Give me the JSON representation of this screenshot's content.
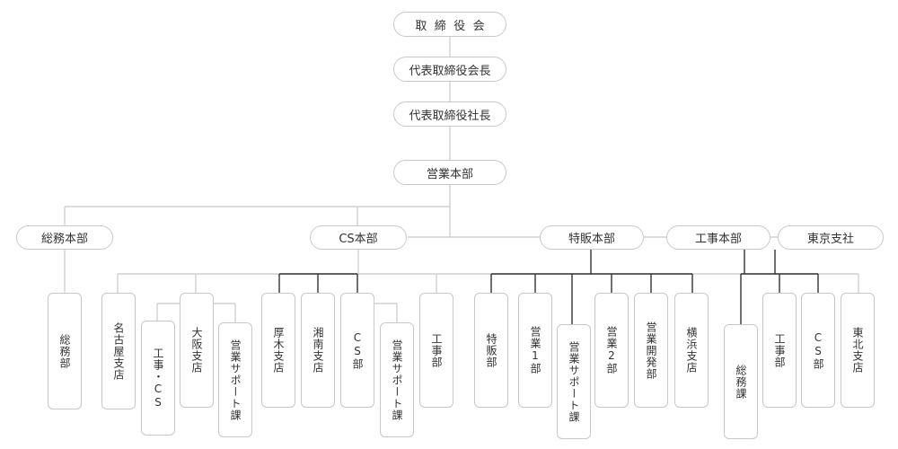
{
  "colors": {
    "line_gray": "#c8c8c8",
    "line_dark": "#333333",
    "border": "#c8c8c8",
    "text": "#333333"
  },
  "top": {
    "board": "取締役会",
    "chairman": "代表取締役会長",
    "president": "代表取締役社長",
    "sales_hq": "営業本部"
  },
  "divisions": {
    "general_affairs": "総務本部",
    "cs": "CS本部",
    "special_sales": "特販本部",
    "construction": "工事本部",
    "tokyo": "東京支社"
  },
  "general_affairs_units": {
    "general_affairs_dept": "総務部"
  },
  "cs_units": {
    "nagoya": "名古屋支店",
    "construction_cs": "工事・CS",
    "osaka": "大阪支店",
    "osaka_sales_support": "営業サポート課",
    "atsugi": "厚木支店",
    "shonan": "湘南支店",
    "cs_dept": "CS部",
    "cs_sales_support": "営業サポート課",
    "construction_dept": "工事部"
  },
  "special_sales_units": {
    "special_sales_dept": "特販部",
    "sales1": "営業1部",
    "sales_support": "営業サポート課",
    "sales2": "営業2部",
    "sales_dev": "営業開発部",
    "yokohama": "横浜支店"
  },
  "construction_units": {
    "general_affairs_section": "総務課",
    "construction_dept": "工事部",
    "cs_dept": "CS部",
    "tohoku": "東北支店"
  }
}
